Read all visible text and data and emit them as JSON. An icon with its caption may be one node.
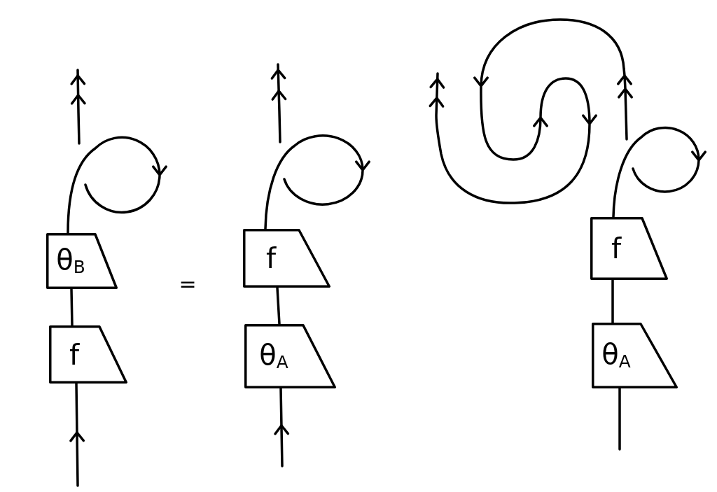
{
  "diagram": {
    "nodes": [
      {
        "text": [
          "θ$_{B}$"
        ]
      },
      {
        "text": [
          "f"
        ]
      },
      {
        "text": [
          "f"
        ]
      },
      {
        "text": [
          "θ$_{A}$"
        ]
      },
      {
        "text": [
          "f"
        ]
      },
      {
        "text": [
          "θ$_{A}$"
        ]
      }
    ],
    "edges": [
      {
        "from": 0,
        "to": null,
        "arrow": "to"
      },
      {
        "from": 1,
        "to": 0,
        "arrow": "none"
      },
      {
        "from": null,
        "to": 1,
        "arrow": "to"
      },
      {
        "from": 2,
        "to": null,
        "arrow": "to"
      },
      {
        "from": 3,
        "to": 2,
        "arrow": "none"
      },
      {
        "from": null,
        "to": 3,
        "arrow": "to"
      },
      {
        "from": 4,
        "to": null,
        "arrow": "to"
      },
      {
        "from": 5,
        "to": 4,
        "arrow": "none"
      },
      {
        "from": null,
        "to": 5,
        "arrow": "none"
      }
    ],
    "labels": [
      "="
    ]
  }
}
